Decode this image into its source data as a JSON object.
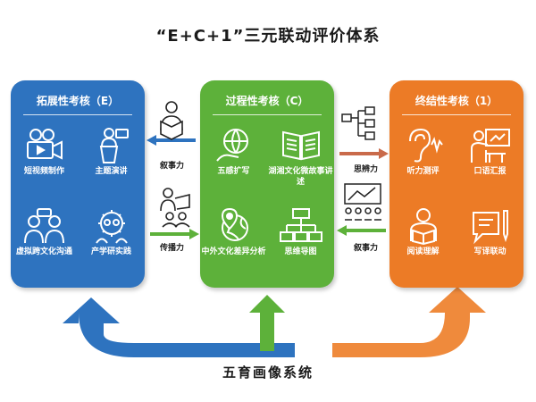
{
  "title": "“E+C+1”三元联动评价体系",
  "bottom_label": "五育画像系统",
  "colors": {
    "blue": "#2e73bf",
    "green": "#5db13a",
    "orange": "#ec7b26",
    "arrow_orange": "#ef8a3c"
  },
  "cards": {
    "left": {
      "title": "拓展性考核（E）",
      "items": [
        {
          "label": "短视频制作",
          "icon": "video-camera-icon"
        },
        {
          "label": "主题演讲",
          "icon": "speaker-podium-icon"
        },
        {
          "label": "虚拟跨文化沟通",
          "icon": "people-chat-icon"
        },
        {
          "label": "产学研实践",
          "icon": "gear-people-icon"
        }
      ]
    },
    "middle": {
      "title": "过程性考核（C）",
      "items": [
        {
          "label": "五感扩写",
          "icon": "globe-hand-icon"
        },
        {
          "label": "湖湘文化微故事讲述",
          "icon": "open-book-icon"
        },
        {
          "label": "中外文化差异分析",
          "icon": "globe-pin-icon"
        },
        {
          "label": "思维导图",
          "icon": "mind-map-icon"
        }
      ]
    },
    "right": {
      "title": "终结性考核（1）",
      "items": [
        {
          "label": "听力测评",
          "icon": "ear-sound-icon"
        },
        {
          "label": "口语汇报",
          "icon": "presenter-board-icon"
        },
        {
          "label": "阅读理解",
          "icon": "reader-book-icon"
        },
        {
          "label": "写译联动",
          "icon": "pen-document-icon"
        }
      ]
    }
  },
  "connectors": {
    "left_top": "叙事力",
    "left_bottom": "传播力",
    "right_top": "思辨力",
    "right_bottom": "叙事力"
  }
}
